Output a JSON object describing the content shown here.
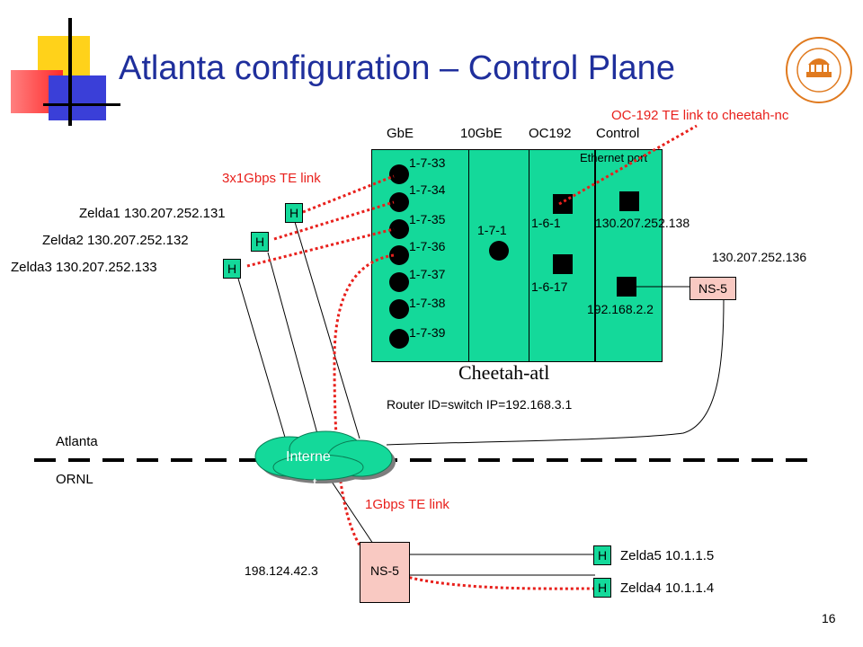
{
  "slide": {
    "title": "Atlanta configuration – Control Plane",
    "page_number": "16"
  },
  "switch": {
    "name": "Cheetah-atl",
    "router_id": "Router ID=switch IP=192.168.3.1",
    "columns": {
      "gbe": "GbE",
      "tengbe": "10GbE",
      "oc192": "OC192",
      "control": "Control",
      "ethernet_port": "Ethernet port"
    },
    "gbe_ports": [
      "1-7-33",
      "1-7-34",
      "1-7-35",
      "1-7-36",
      "1-7-37",
      "1-7-38",
      "1-7-39"
    ],
    "tengbe_port": "1-7-1",
    "oc192_ports": [
      "1-6-1",
      "1-6-17"
    ],
    "control_ip_top": "130.207.252.138",
    "control_ip_bottom": "192.168.2.2"
  },
  "hosts": {
    "zelda1": "Zelda1 130.207.252.131",
    "zelda2": "Zelda2 130.207.252.132",
    "zelda3": "Zelda3 130.207.252.133",
    "zelda4": "Zelda4 10.1.1.4",
    "zelda5": "Zelda5 10.1.1.5",
    "host_label": "H"
  },
  "ns5_atlanta": {
    "label": "NS-5",
    "ip": "130.207.252.136"
  },
  "ns5_ornl": {
    "label": "NS-5",
    "ip": "198.124.42.3"
  },
  "cloud": {
    "label_line1": "Interne",
    "label_line2": "t"
  },
  "sites": {
    "atlanta": "Atlanta",
    "ornl": "ORNL"
  },
  "links": {
    "oc192_te": "OC-192 TE link to cheetah-nc",
    "gbps3_te": "3x1Gbps TE link",
    "gbps1_te": "1Gbps TE link"
  },
  "colors": {
    "switch_fill": "#14d99a",
    "title": "#1f2f9c",
    "te_link": "#e8201c",
    "ns5_fill": "#f9c9c2"
  }
}
